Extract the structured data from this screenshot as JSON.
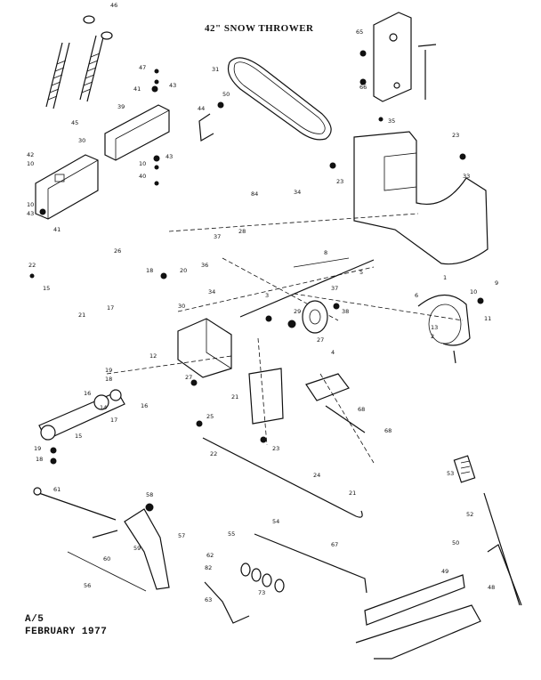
{
  "title": "42\" SNOW THROWER",
  "footer": {
    "code": "A/5",
    "date": "FEBRUARY 1977"
  },
  "part_labels": [
    {
      "id": "45a",
      "text": "45"
    },
    {
      "id": "46",
      "text": "46"
    },
    {
      "id": "47",
      "text": "47"
    },
    {
      "id": "41a",
      "text": "41"
    },
    {
      "id": "43a",
      "text": "43"
    },
    {
      "id": "39",
      "text": "39"
    },
    {
      "id": "30",
      "text": "30"
    },
    {
      "id": "42",
      "text": "42"
    },
    {
      "id": "10a",
      "text": "10"
    },
    {
      "id": "10b",
      "text": "10"
    },
    {
      "id": "43b",
      "text": "43"
    },
    {
      "id": "40",
      "text": "40"
    },
    {
      "id": "41b",
      "text": "41"
    },
    {
      "id": "10c",
      "text": "10"
    },
    {
      "id": "43c",
      "text": "43"
    },
    {
      "id": "31",
      "text": "31"
    },
    {
      "id": "44",
      "text": "44"
    },
    {
      "id": "65",
      "text": "65"
    },
    {
      "id": "50a",
      "text": "50"
    },
    {
      "id": "66",
      "text": "66"
    },
    {
      "id": "35",
      "text": "35"
    },
    {
      "id": "23a",
      "text": "23"
    },
    {
      "id": "33",
      "text": "33"
    },
    {
      "id": "23b",
      "text": "23"
    },
    {
      "id": "34a",
      "text": "34"
    },
    {
      "id": "84",
      "text": "84"
    },
    {
      "id": "37a",
      "text": "37"
    },
    {
      "id": "28",
      "text": "28"
    },
    {
      "id": "36",
      "text": "36"
    },
    {
      "id": "26",
      "text": "26"
    },
    {
      "id": "8",
      "text": "8"
    },
    {
      "id": "5",
      "text": "5"
    },
    {
      "id": "22a",
      "text": "22"
    },
    {
      "id": "15a",
      "text": "15"
    },
    {
      "id": "20",
      "text": "20"
    },
    {
      "id": "18a",
      "text": "18"
    },
    {
      "id": "17",
      "text": "17"
    },
    {
      "id": "21a",
      "text": "21"
    },
    {
      "id": "34b",
      "text": "34"
    },
    {
      "id": "30b",
      "text": "30"
    },
    {
      "id": "3",
      "text": "3"
    },
    {
      "id": "37b",
      "text": "37"
    },
    {
      "id": "29",
      "text": "29"
    },
    {
      "id": "38",
      "text": "38"
    },
    {
      "id": "27a",
      "text": "27"
    },
    {
      "id": "1",
      "text": "1"
    },
    {
      "id": "9",
      "text": "9"
    },
    {
      "id": "6",
      "text": "6"
    },
    {
      "id": "10d",
      "text": "10"
    },
    {
      "id": "11",
      "text": "11"
    },
    {
      "id": "13",
      "text": "13"
    },
    {
      "id": "2",
      "text": "2"
    },
    {
      "id": "12",
      "text": "12"
    },
    {
      "id": "4",
      "text": "4"
    },
    {
      "id": "19a",
      "text": "19"
    },
    {
      "id": "18b",
      "text": "18"
    },
    {
      "id": "16a",
      "text": "16"
    },
    {
      "id": "16b",
      "text": "16"
    },
    {
      "id": "14",
      "text": "14"
    },
    {
      "id": "17b",
      "text": "17"
    },
    {
      "id": "15b",
      "text": "15"
    },
    {
      "id": "19b",
      "text": "19"
    },
    {
      "id": "18c",
      "text": "18"
    },
    {
      "id": "27b",
      "text": "27"
    },
    {
      "id": "21b",
      "text": "21"
    },
    {
      "id": "25",
      "text": "25"
    },
    {
      "id": "68",
      "text": "68"
    },
    {
      "id": "68b",
      "text": "68"
    },
    {
      "id": "22b",
      "text": "22"
    },
    {
      "id": "23c",
      "text": "23"
    },
    {
      "id": "24",
      "text": "24"
    },
    {
      "id": "21c",
      "text": "21"
    },
    {
      "id": "53",
      "text": "53"
    },
    {
      "id": "52",
      "text": "52"
    },
    {
      "id": "61",
      "text": "61"
    },
    {
      "id": "58",
      "text": "58"
    },
    {
      "id": "57",
      "text": "57"
    },
    {
      "id": "60",
      "text": "60"
    },
    {
      "id": "59",
      "text": "59"
    },
    {
      "id": "56",
      "text": "56"
    },
    {
      "id": "55",
      "text": "55"
    },
    {
      "id": "54",
      "text": "54"
    },
    {
      "id": "62",
      "text": "62"
    },
    {
      "id": "82",
      "text": "82"
    },
    {
      "id": "73",
      "text": "73"
    },
    {
      "id": "63",
      "text": "63"
    },
    {
      "id": "67",
      "text": "67"
    },
    {
      "id": "50b",
      "text": "50"
    },
    {
      "id": "49",
      "text": "49"
    },
    {
      "id": "48",
      "text": "48"
    }
  ]
}
